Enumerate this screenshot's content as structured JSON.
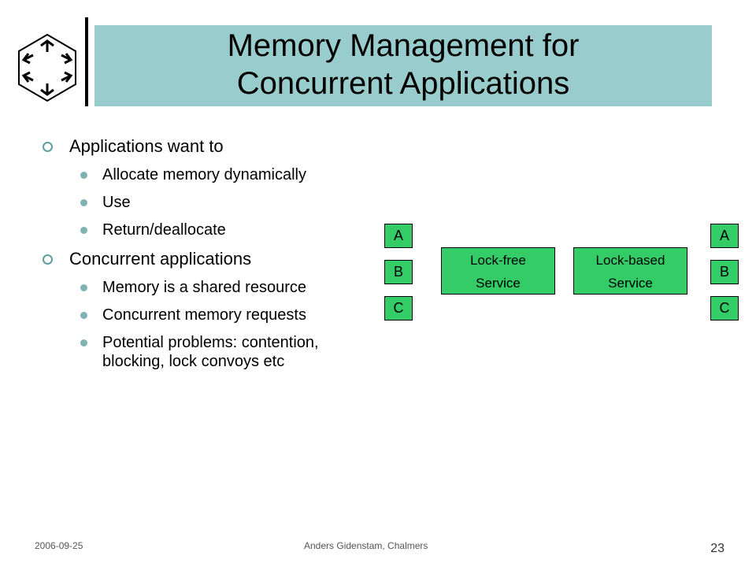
{
  "slide": {
    "title_line1": "Memory Management for",
    "title_line2": "Concurrent Applications"
  },
  "bullets": [
    {
      "text": "Applications want to",
      "sub": [
        "Allocate memory dynamically",
        "Use",
        "Return/deallocate"
      ]
    },
    {
      "text": "Concurrent applications",
      "sub": [
        "Memory is a shared resource",
        "Concurrent memory requests",
        "Potential problems: contention, blocking, lock convoys etc"
      ]
    }
  ],
  "diagram": {
    "left_clients": [
      "A",
      "B",
      "C"
    ],
    "right_clients": [
      "A",
      "B",
      "C"
    ],
    "lockfree": {
      "line1": "Lock-free",
      "line2": "Service"
    },
    "lockbased": {
      "line1": "Lock-based",
      "line2": "Service"
    },
    "box_color": "#33cc66"
  },
  "footer": {
    "date": "2006-09-25",
    "author": "Anders Gidenstam, Chalmers",
    "page": "23"
  },
  "colors": {
    "title_band": "#99cccc",
    "bullet_ring": "#5f9ea0",
    "bullet_dot": "#7fb2b2"
  },
  "icons": {
    "logo": "chalmers-logo-icon"
  }
}
